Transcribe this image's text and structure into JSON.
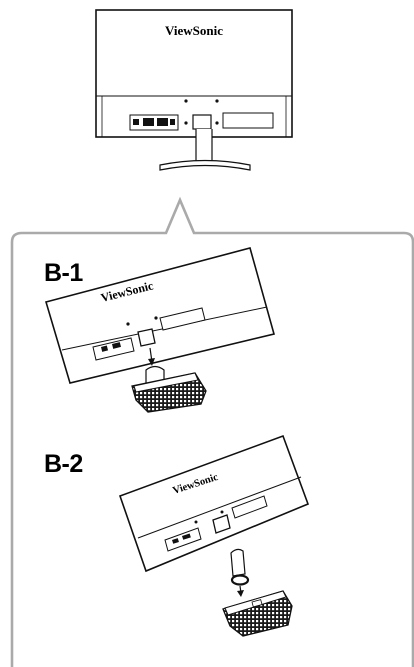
{
  "brand_name": "ViewSonic",
  "steps": [
    {
      "id": "b1",
      "label": "B-1"
    },
    {
      "id": "b2",
      "label": "B-2"
    }
  ]
}
